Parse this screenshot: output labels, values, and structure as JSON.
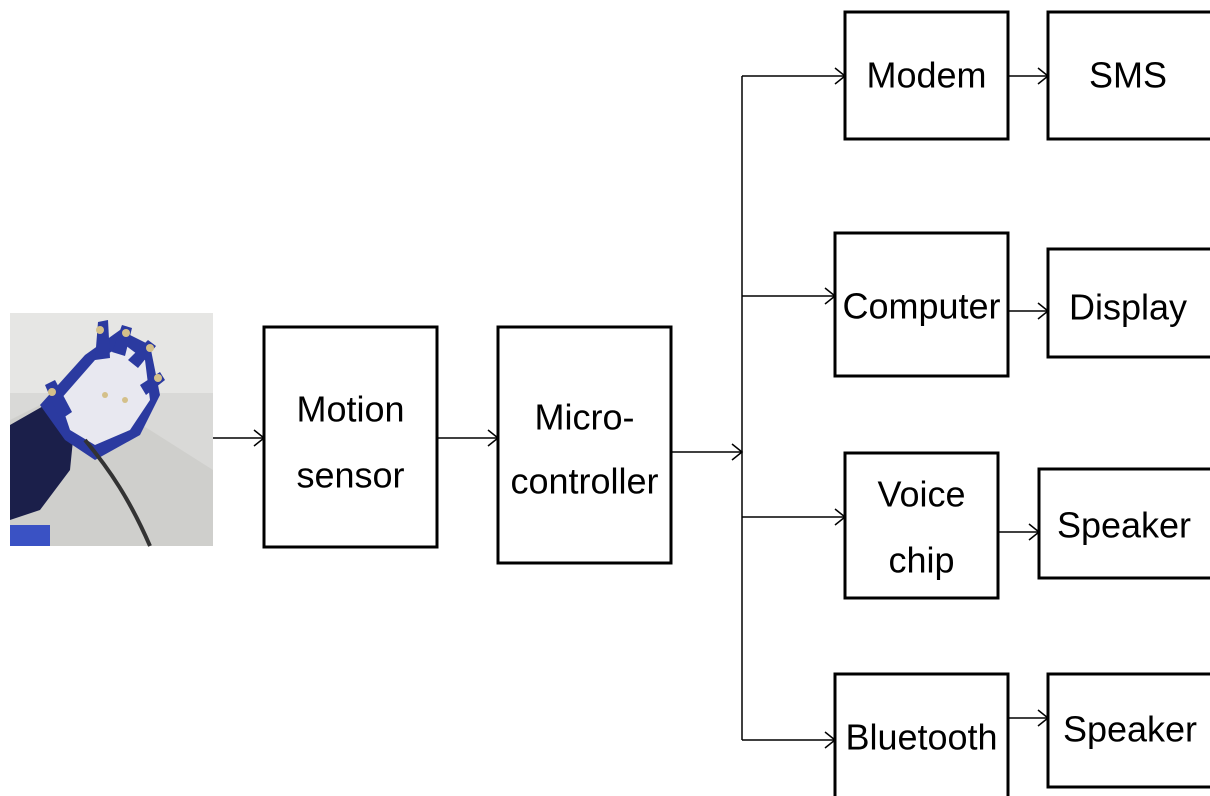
{
  "diagram": {
    "input_image": {
      "description_icon": "glove-with-sensors-photo"
    },
    "nodes": {
      "motion_sensor": {
        "line1": "Motion",
        "line2": "sensor"
      },
      "microcontroller": {
        "line1": "Micro-",
        "line2": "controller"
      },
      "modem": {
        "label": "Modem"
      },
      "sms": {
        "label": "SMS"
      },
      "computer": {
        "label": "Computer"
      },
      "display": {
        "label": "Display"
      },
      "voice_chip": {
        "line1": "Voice",
        "line2": "chip"
      },
      "speaker_1": {
        "label": "Speaker"
      },
      "bluetooth": {
        "label": "Bluetooth"
      },
      "speaker_2": {
        "label": "Speaker"
      }
    }
  }
}
